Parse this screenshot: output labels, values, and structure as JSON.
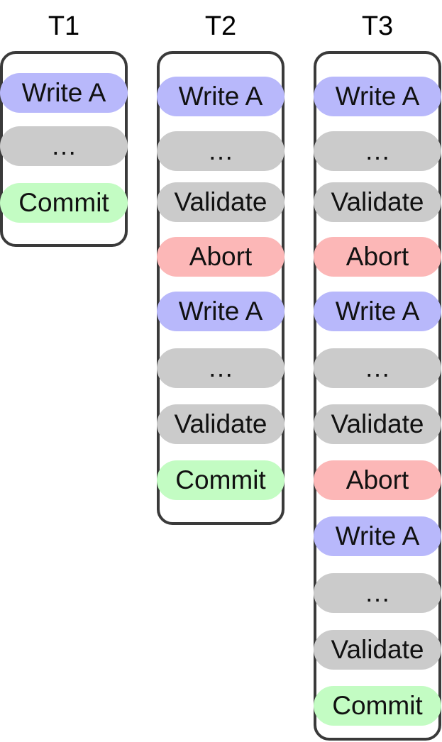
{
  "colors": {
    "write": "#b8b8fb",
    "gap": "#cbcbcb",
    "validate": "#cbcbcb",
    "abort": "#fcb7b7",
    "commit": "#c3fcc3",
    "frame": "#3a3a3a"
  },
  "transactions": [
    {
      "name": "T1",
      "ops": [
        {
          "type": "write",
          "label": "Write A"
        },
        {
          "type": "gap",
          "label": "…"
        },
        {
          "type": "commit",
          "label": "Commit"
        }
      ]
    },
    {
      "name": "T2",
      "ops": [
        {
          "type": "write",
          "label": "Write A"
        },
        {
          "type": "gap",
          "label": "…"
        },
        {
          "type": "validate",
          "label": "Validate"
        },
        {
          "type": "abort",
          "label": "Abort"
        },
        {
          "type": "write",
          "label": "Write A"
        },
        {
          "type": "gap",
          "label": "…"
        },
        {
          "type": "validate",
          "label": "Validate"
        },
        {
          "type": "commit",
          "label": "Commit"
        }
      ]
    },
    {
      "name": "T3",
      "ops": [
        {
          "type": "write",
          "label": "Write A"
        },
        {
          "type": "gap",
          "label": "…"
        },
        {
          "type": "validate",
          "label": "Validate"
        },
        {
          "type": "abort",
          "label": "Abort"
        },
        {
          "type": "write",
          "label": "Write A"
        },
        {
          "type": "gap",
          "label": "…"
        },
        {
          "type": "validate",
          "label": "Validate"
        },
        {
          "type": "abort",
          "label": "Abort"
        },
        {
          "type": "write",
          "label": "Write A"
        },
        {
          "type": "gap",
          "label": "…"
        },
        {
          "type": "validate",
          "label": "Validate"
        },
        {
          "type": "commit",
          "label": "Commit"
        }
      ]
    }
  ]
}
